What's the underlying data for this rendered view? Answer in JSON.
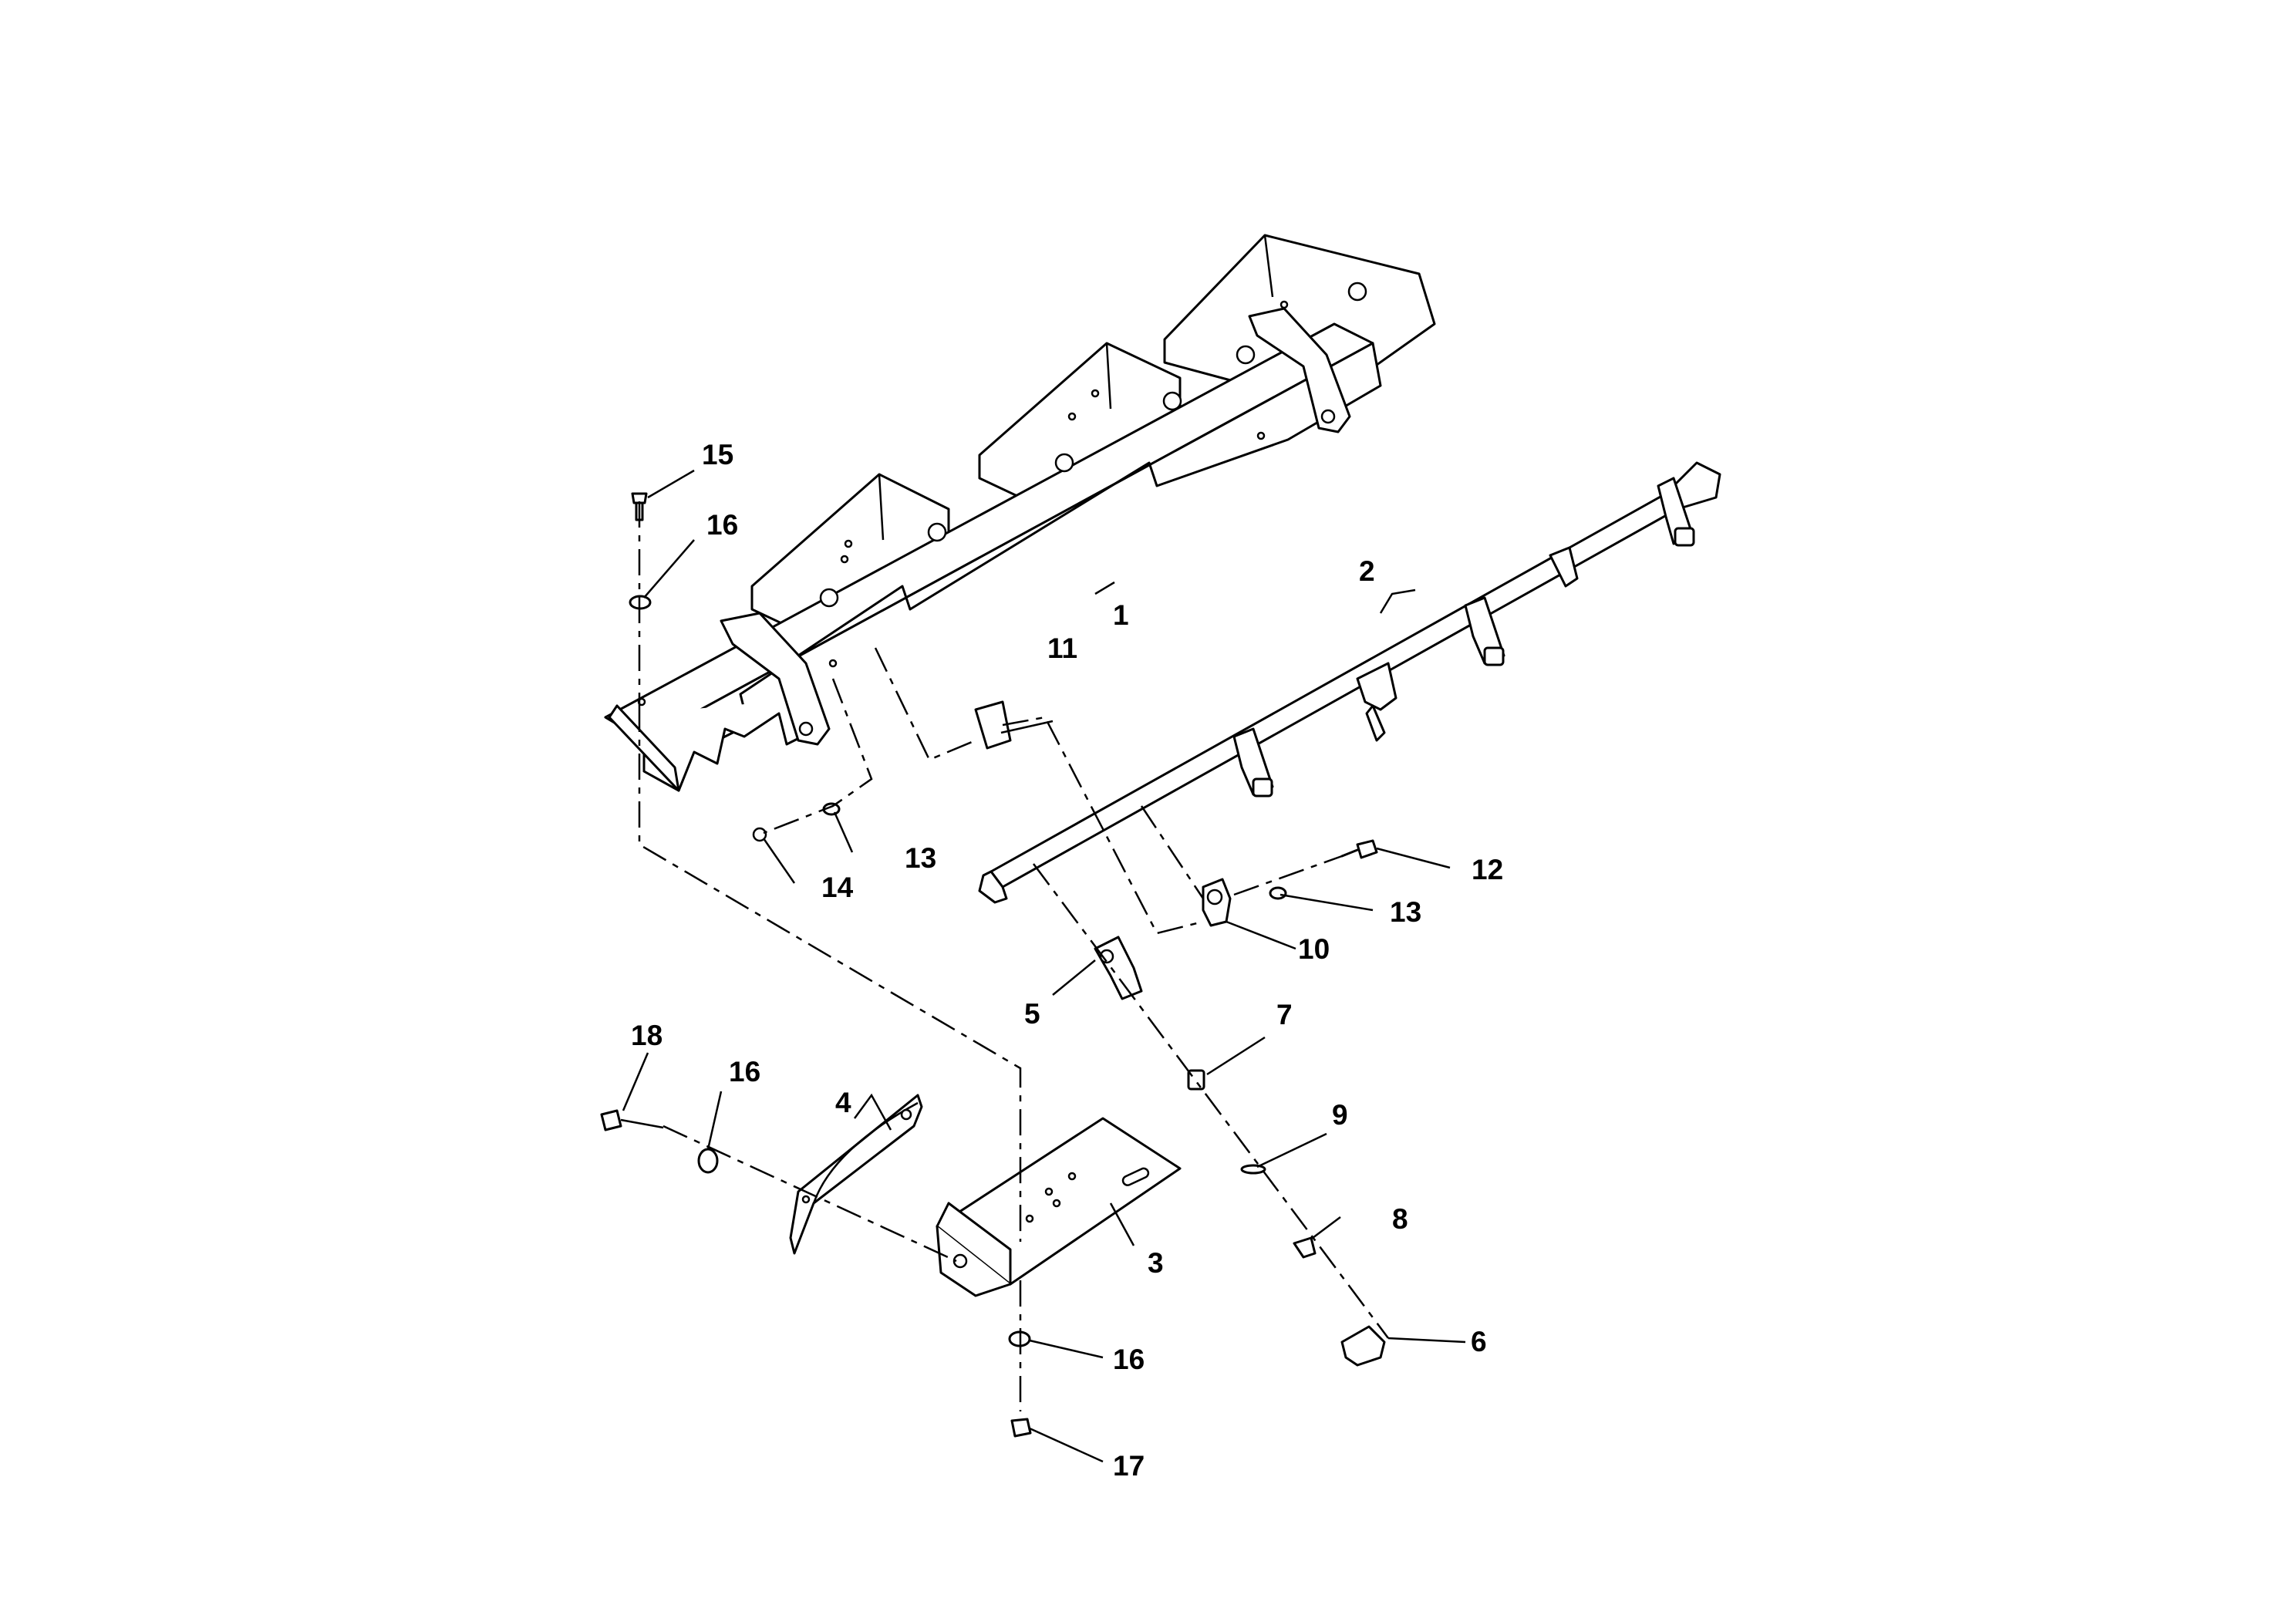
{
  "diagram": {
    "callouts": [
      {
        "id": "c1",
        "text": "1"
      },
      {
        "id": "c2",
        "text": "2"
      },
      {
        "id": "c3",
        "text": "3"
      },
      {
        "id": "c4",
        "text": "4"
      },
      {
        "id": "c5",
        "text": "5"
      },
      {
        "id": "c6",
        "text": "6"
      },
      {
        "id": "c7",
        "text": "7"
      },
      {
        "id": "c8",
        "text": "8"
      },
      {
        "id": "c9",
        "text": "9"
      },
      {
        "id": "c10",
        "text": "10"
      },
      {
        "id": "c11",
        "text": "11"
      },
      {
        "id": "c12",
        "text": "12"
      },
      {
        "id": "c13a",
        "text": "13"
      },
      {
        "id": "c13b",
        "text": "13"
      },
      {
        "id": "c14",
        "text": "14"
      },
      {
        "id": "c15",
        "text": "15"
      },
      {
        "id": "c16a",
        "text": "16"
      },
      {
        "id": "c16b",
        "text": "16"
      },
      {
        "id": "c16c",
        "text": "16"
      },
      {
        "id": "c17",
        "text": "17"
      },
      {
        "id": "c18",
        "text": "18"
      }
    ]
  }
}
